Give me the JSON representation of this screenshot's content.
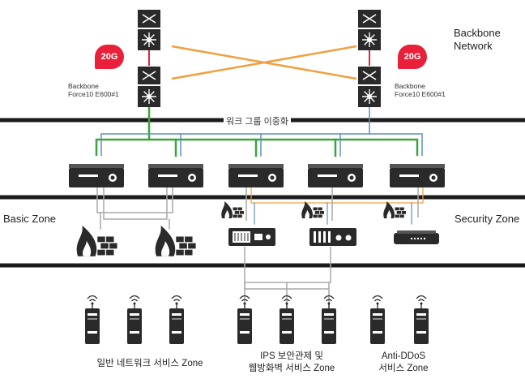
{
  "labels": {
    "backbone_network": "Backbone\nNetwork",
    "workgroup": "워크 그룹 이중화",
    "basic_zone": "Basic Zone",
    "security_zone": "Security Zone",
    "switch_left": "Backbone\nForce10 E600#1",
    "switch_right": "Backbone\nForce10 E600#1",
    "badge_left": "20G",
    "badge_right": "20G",
    "service_general": "일반 네트워크 서비스 Zone",
    "service_ips": "IPS 보안관제 및\n웹방화벽 서비스 Zone",
    "service_ddos": "Anti-DDoS\n서비스 Zone"
  },
  "colors": {
    "band": "#1c1c1c",
    "device": "#2a2a2a",
    "uplink_green": "#3aa63a",
    "uplink_blue": "#5d8fc3",
    "cross_orange": "#f0a040",
    "link_red": "#e8203a",
    "gray_link": "#a8a8a8",
    "badge": "#e8203a",
    "background": "#ffffff"
  },
  "icons": {
    "core_switch": "layer3-switch-icon",
    "l2_switch": "rack-switch-icon",
    "firewall": "firewall-icon",
    "ips": "ips-appliance-icon",
    "waf": "web-firewall-appliance-icon",
    "ddos": "anti-ddos-appliance-icon",
    "server": "wireless-server-icon"
  }
}
